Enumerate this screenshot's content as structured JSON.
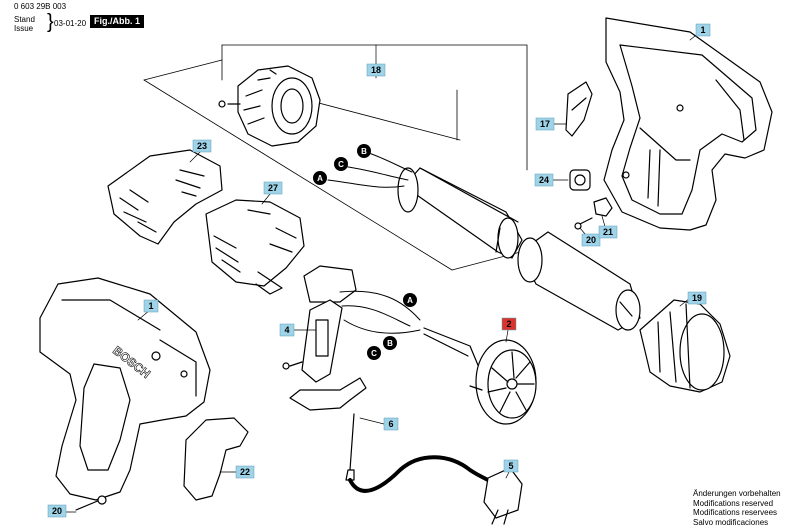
{
  "header": {
    "part_number": "0 603 29B 003",
    "stand_label": "Stand",
    "issue_label": "Issue",
    "brace": "}",
    "date": "03-01-20",
    "figure_label": "Fig./Abb. 1"
  },
  "callouts": [
    "1",
    "17",
    "18",
    "23",
    "24",
    "27",
    "20",
    "21",
    "19",
    "1",
    "4",
    "2",
    "6",
    "5",
    "22",
    "20"
  ],
  "wire_tags": [
    "A",
    "B",
    "C",
    "A",
    "B",
    "C"
  ],
  "brand": "BOSCH",
  "notes": [
    "Änderungen vorbehalten",
    "Modifications reserved",
    "Modifications reservees",
    "Salvo modificaciones"
  ],
  "colors": {
    "callout_fill": "#9fd3e8",
    "callout_highlight": "#d9342b",
    "line": "#000000"
  }
}
